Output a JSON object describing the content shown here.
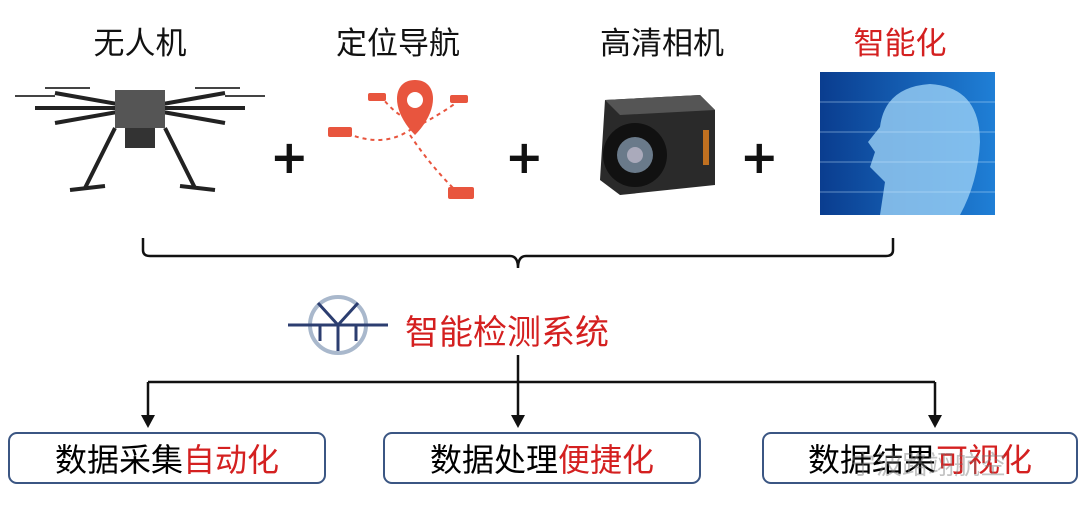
{
  "top": {
    "items": [
      {
        "label": "无人机",
        "icon": "drone"
      },
      {
        "label": "定位导航",
        "icon": "location-pin-network"
      },
      {
        "label": "高清相机",
        "icon": "camera"
      },
      {
        "label": "智能化",
        "icon": "ai-head"
      }
    ],
    "plus": "+"
  },
  "center": {
    "label": "智能检测系统",
    "logo": "wind-turbine-logo"
  },
  "bottom": [
    {
      "prefix": "数据采集",
      "suffix": "自动化"
    },
    {
      "prefix": "数据处理",
      "suffix": "便捷化"
    },
    {
      "prefix": "数据结果",
      "suffix": "可视化"
    }
  ],
  "watermark": "宁波路翊航空",
  "colors": {
    "accent": "#d42020",
    "border": "#3b5683"
  }
}
